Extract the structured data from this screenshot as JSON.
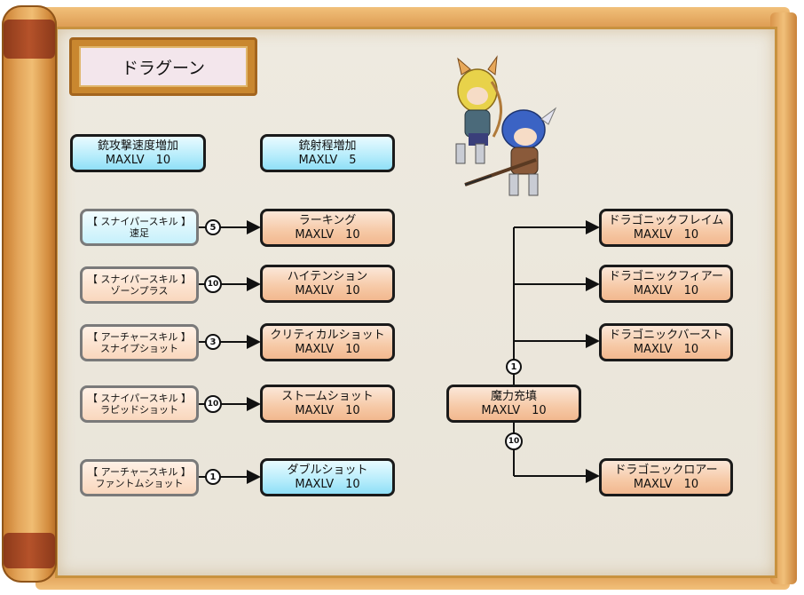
{
  "title": "ドラグーン",
  "top_skills": [
    {
      "name": "銃攻撃速度増加",
      "level": "MAXLV　10",
      "color": "blue"
    },
    {
      "name": "銃射程増加",
      "level": "MAXLV　5",
      "color": "blue"
    }
  ],
  "left_rows": [
    {
      "req_line1": "【 スナイパースキル 】",
      "req_line2": "速足",
      "req_color": "blue",
      "req_level": "5",
      "skill": "ラーキング",
      "level": "MAXLV　10",
      "skill_color": "orange"
    },
    {
      "req_line1": "【 スナイパースキル 】",
      "req_line2": "ゾーンプラス",
      "req_color": "orange",
      "req_level": "10",
      "skill": "ハイテンション",
      "level": "MAXLV　10",
      "skill_color": "orange"
    },
    {
      "req_line1": "【 アーチャースキル 】",
      "req_line2": "スナイプショット",
      "req_color": "orange",
      "req_level": "3",
      "skill": "クリティカルショット",
      "level": "MAXLV　10",
      "skill_color": "orange"
    },
    {
      "req_line1": "【 スナイパースキル 】",
      "req_line2": "ラピッドショット",
      "req_color": "orange",
      "req_level": "10",
      "skill": "ストームショット",
      "level": "MAXLV　10",
      "skill_color": "orange"
    },
    {
      "req_line1": "【 アーチャースキル 】",
      "req_line2": "ファントムショット",
      "req_color": "orange",
      "req_level": "1",
      "skill": "ダブルショット",
      "level": "MAXLV　10",
      "skill_color": "blue"
    }
  ],
  "center_skill": {
    "name": "魔力充填",
    "level": "MAXLV　10"
  },
  "center_up_level": "1",
  "center_down_level": "10",
  "right_skills": [
    {
      "name": "ドラゴニックフレイム",
      "level": "MAXLV　10"
    },
    {
      "name": "ドラゴニックフィアー",
      "level": "MAXLV　10"
    },
    {
      "name": "ドラゴニックバースト",
      "level": "MAXLV　10"
    },
    {
      "name": "ドラゴニックロアー",
      "level": "MAXLV　10"
    }
  ],
  "colors": {
    "orange_fill": "#f6c9a6",
    "blue_fill": "#b5ecfb",
    "frame": "#d9944a",
    "parchment": "#ebe6da"
  },
  "icons": [
    "archer-character-icon",
    "gunner-character-icon"
  ]
}
